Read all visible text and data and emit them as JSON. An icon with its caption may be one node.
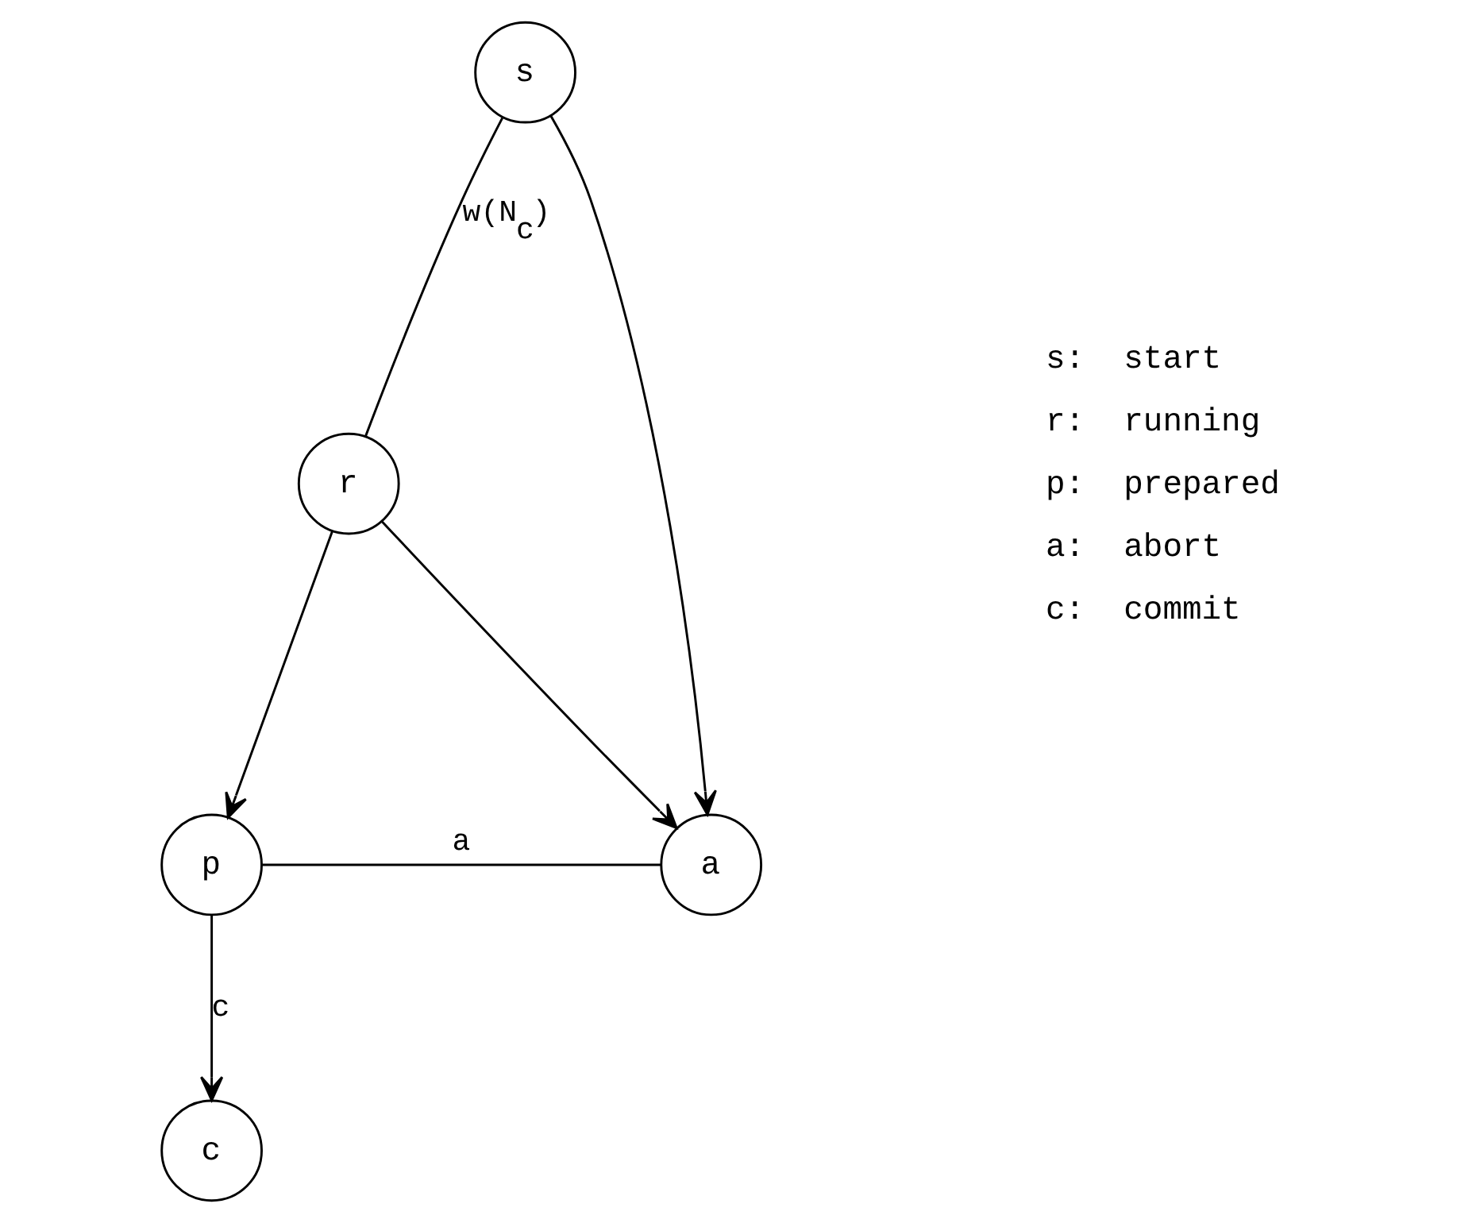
{
  "diagram": {
    "nodes": [
      {
        "text": [
          "s"
        ]
      },
      {
        "text": [
          "r"
        ]
      },
      {
        "text": [
          "p"
        ]
      },
      {
        "text": [
          "a"
        ]
      },
      {
        "text": [
          "c"
        ]
      }
    ],
    "edges": [
      {
        "from": 0,
        "to": 1,
        "arrow": "none",
        "label": "w(N$_{c}$)"
      },
      {
        "from": 0,
        "to": 3,
        "arrow": "to"
      },
      {
        "from": 1,
        "to": 2,
        "arrow": "to"
      },
      {
        "from": 1,
        "to": 3,
        "arrow": "to"
      },
      {
        "from": 2,
        "to": 3,
        "arrow": "none",
        "label": "a"
      },
      {
        "from": 2,
        "to": 4,
        "arrow": "to",
        "label": "c"
      }
    ],
    "labels": [
      "s:  start",
      "r:  running",
      "p:  prepared",
      "a:  abort",
      "c:  commit"
    ]
  }
}
